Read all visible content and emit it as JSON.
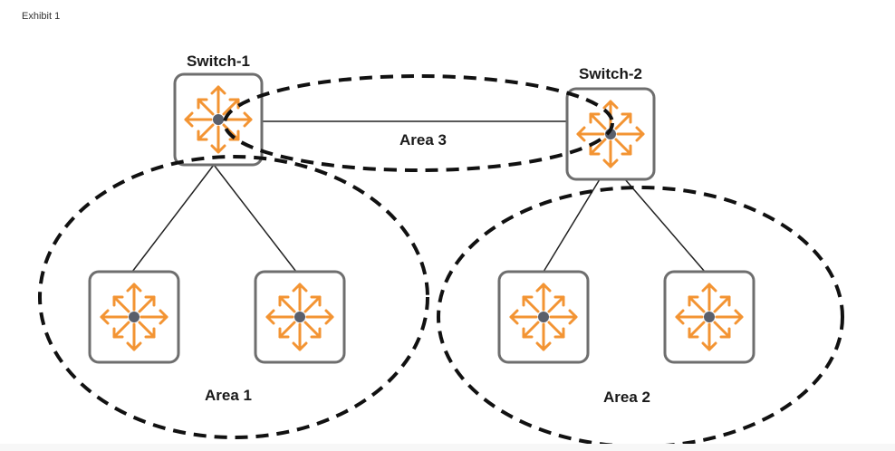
{
  "exhibit_label": "Exhibit 1",
  "colors": {
    "switch_icon": "#f39433",
    "switch_hub": "#5a5f6b",
    "box_border": "#6e6e6e",
    "link": "#222222",
    "area_border": "#111111"
  },
  "switches": [
    {
      "id": "switch-1",
      "label": "Switch-1",
      "icon": "switch-icon",
      "role": "border"
    },
    {
      "id": "switch-2",
      "label": "Switch-2",
      "icon": "switch-icon",
      "role": "border"
    },
    {
      "id": "area1-switch-a",
      "label": "",
      "icon": "switch-icon",
      "area": "Area 1"
    },
    {
      "id": "area1-switch-b",
      "label": "",
      "icon": "switch-icon",
      "area": "Area 1"
    },
    {
      "id": "area2-switch-a",
      "label": "",
      "icon": "switch-icon",
      "area": "Area 2"
    },
    {
      "id": "area2-switch-b",
      "label": "",
      "icon": "switch-icon",
      "area": "Area 2"
    }
  ],
  "links": [
    {
      "from": "switch-1",
      "to": "switch-2"
    },
    {
      "from": "switch-1",
      "to": "area1-switch-a"
    },
    {
      "from": "switch-1",
      "to": "area1-switch-b"
    },
    {
      "from": "switch-2",
      "to": "area2-switch-a"
    },
    {
      "from": "switch-2",
      "to": "area2-switch-b"
    }
  ],
  "areas": [
    {
      "id": "area-1",
      "label": "Area 1",
      "members": [
        "switch-1",
        "area1-switch-a",
        "area1-switch-b"
      ]
    },
    {
      "id": "area-2",
      "label": "Area 2",
      "members": [
        "switch-2",
        "area2-switch-a",
        "area2-switch-b"
      ]
    },
    {
      "id": "area-3",
      "label": "Area 3",
      "members": [
        "switch-1",
        "switch-2"
      ]
    }
  ]
}
